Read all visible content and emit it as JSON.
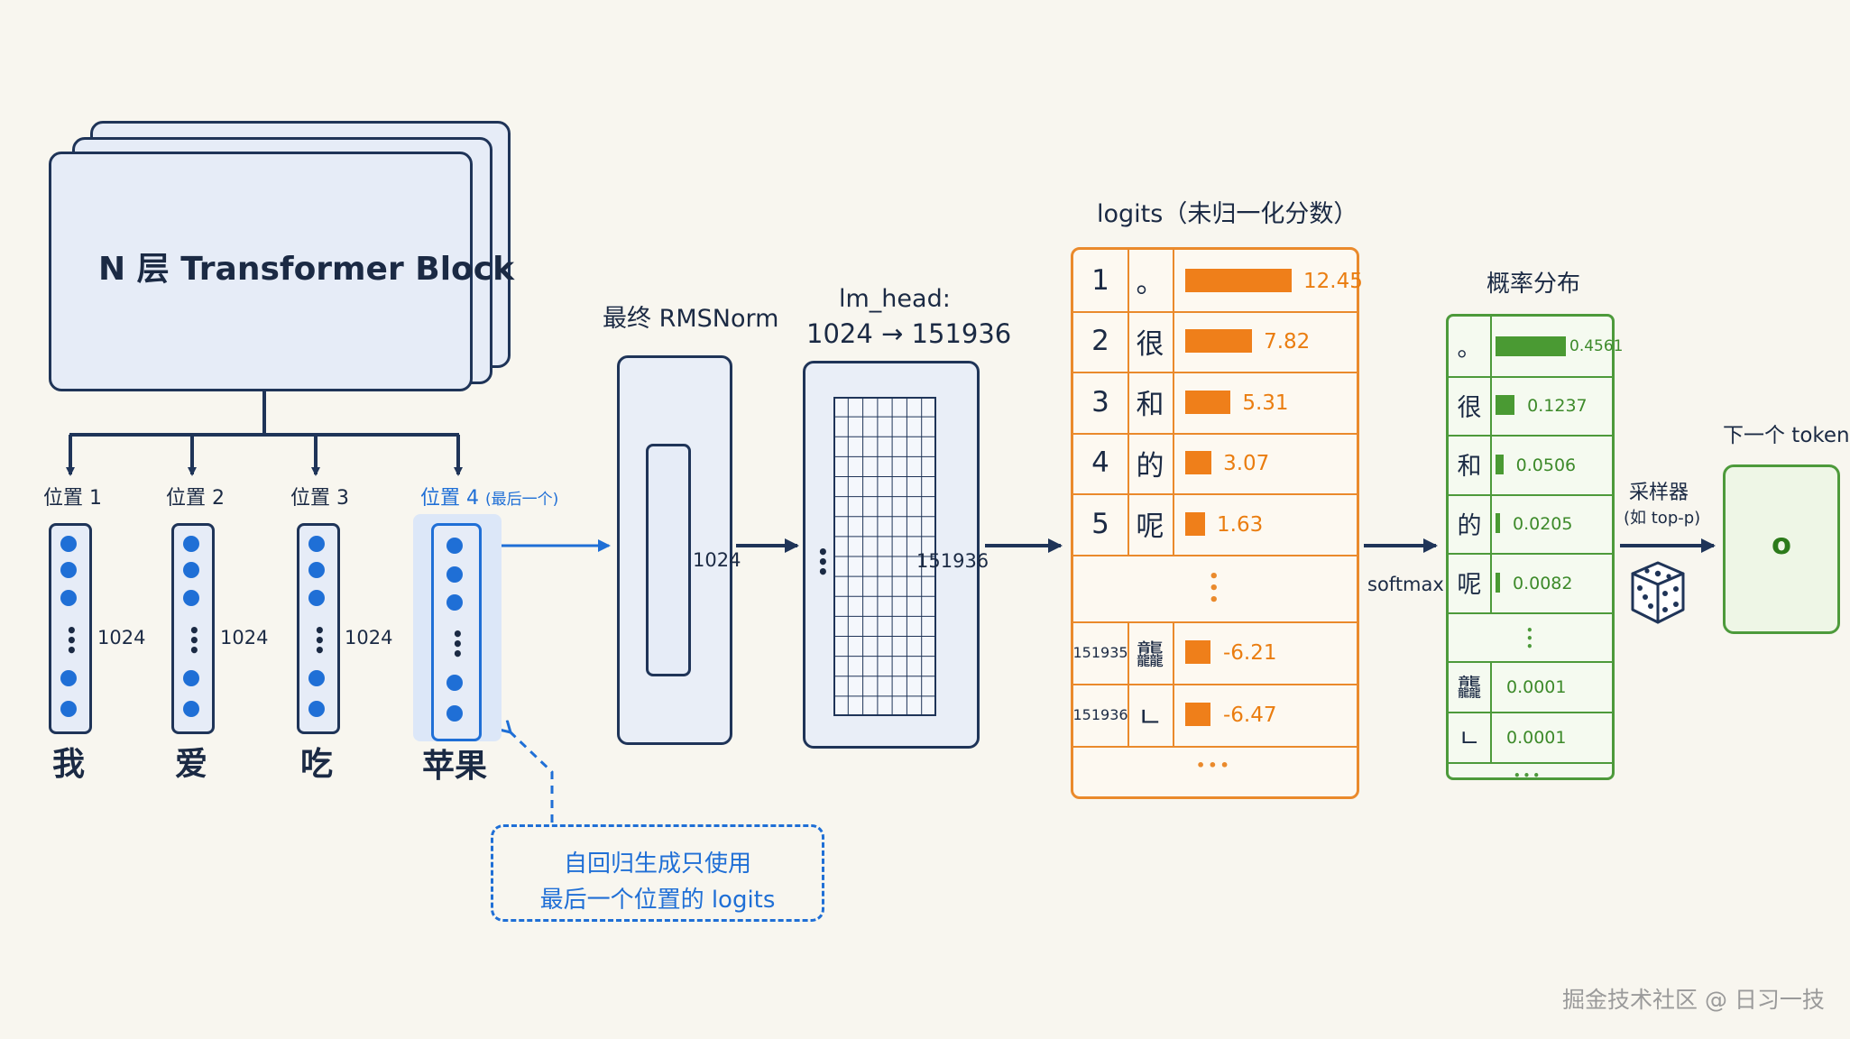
{
  "transformer": {
    "title": "N 层 Transformer Block"
  },
  "positions": [
    {
      "label": "位置 1",
      "dim": "1024",
      "word": "我"
    },
    {
      "label": "位置 2",
      "dim": "1024",
      "word": "爱"
    },
    {
      "label": "位置 3",
      "dim": "1024",
      "word": "吃"
    },
    {
      "label": "位置 4",
      "label_note": "(最后一个)",
      "word": "苹果"
    }
  ],
  "rmsnorm": {
    "title": "最终 RMSNorm",
    "dim": "1024"
  },
  "lm_head": {
    "title_line1": "lm_head:",
    "title_line2": "1024 → 151936",
    "dim": "151936"
  },
  "logits": {
    "title": "logits（未归一化分数）",
    "rows": [
      {
        "index": "1",
        "token": "。",
        "value": 12.45,
        "label": "12.45"
      },
      {
        "index": "2",
        "token": "很",
        "value": 7.82,
        "label": "7.82"
      },
      {
        "index": "3",
        "token": "和",
        "value": 5.31,
        "label": "5.31"
      },
      {
        "index": "4",
        "token": "的",
        "value": 3.07,
        "label": "3.07"
      },
      {
        "index": "5",
        "token": "呢",
        "value": 1.63,
        "label": "1.63"
      }
    ],
    "tail_rows": [
      {
        "index": "151935",
        "token": "龘",
        "value": -6.21,
        "label": "-6.21"
      },
      {
        "index": "151936",
        "token": "ㄴ",
        "value": -6.47,
        "label": "-6.47"
      }
    ],
    "ellipsis": "⋮",
    "more": "•••"
  },
  "softmax": {
    "label": "softmax"
  },
  "probs": {
    "title": "概率分布",
    "rows": [
      {
        "token": "。",
        "value": 0.4561,
        "label": "0.4561"
      },
      {
        "token": "很",
        "value": 0.1237,
        "label": "0.1237"
      },
      {
        "token": "和",
        "value": 0.0506,
        "label": "0.0506"
      },
      {
        "token": "的",
        "value": 0.0205,
        "label": "0.0205"
      },
      {
        "token": "呢",
        "value": 0.0082,
        "label": "0.0082"
      }
    ],
    "tail_rows": [
      {
        "token": "龘",
        "label": "0.0001"
      },
      {
        "token": "ㄴ",
        "label": "0.0001"
      }
    ],
    "ellipsis": "⋮",
    "more": "•••"
  },
  "sampler": {
    "line1": "采样器",
    "line2": "(如 top-p)"
  },
  "next_token": {
    "title": "下一个 token",
    "value": "o"
  },
  "note": {
    "line1": "自回归生成只使用",
    "line2": "最后一个位置的 logits"
  },
  "watermark": "掘金技术社区 @ 日习一技",
  "colors": {
    "navy": "#1f3458",
    "blue": "#1f6fd6",
    "orange": "#ea8a2c",
    "green": "#4d9a3b"
  }
}
